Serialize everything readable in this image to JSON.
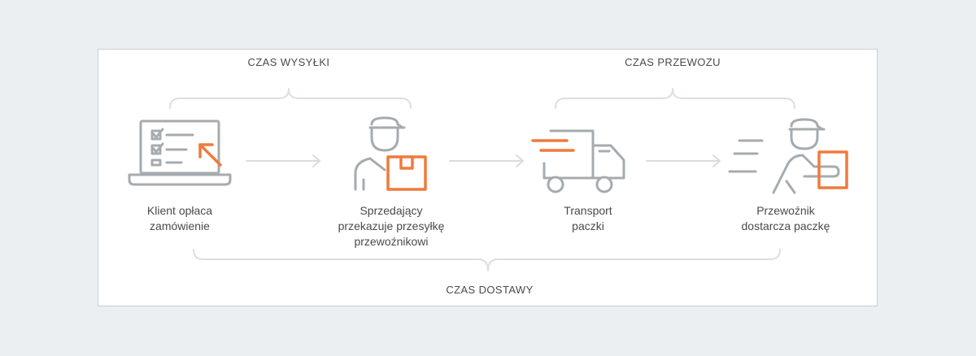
{
  "colors": {
    "background": "#eceff2",
    "card": "#ffffff",
    "icon_gray": "#a5abaf",
    "accent_orange": "#f07a3c",
    "connector": "#d9dcde",
    "text": "#4a4a4a"
  },
  "brackets": {
    "top_left": "CZAS WYSYŁKI",
    "top_right": "CZAS PRZEWOZU",
    "bottom": "CZAS DOSTAWY"
  },
  "steps": [
    {
      "icon": "laptop-checklist-icon",
      "label": "Klient opłaca\nzamówienie"
    },
    {
      "icon": "seller-with-box-icon",
      "label": "Sprzedający\nprzekazuje przesyłkę\nprzewoźnikowi"
    },
    {
      "icon": "delivery-truck-icon",
      "label": "Transport\npaczki"
    },
    {
      "icon": "courier-delivering-icon",
      "label": "Przewoźnik\ndostarcza paczkę"
    }
  ]
}
